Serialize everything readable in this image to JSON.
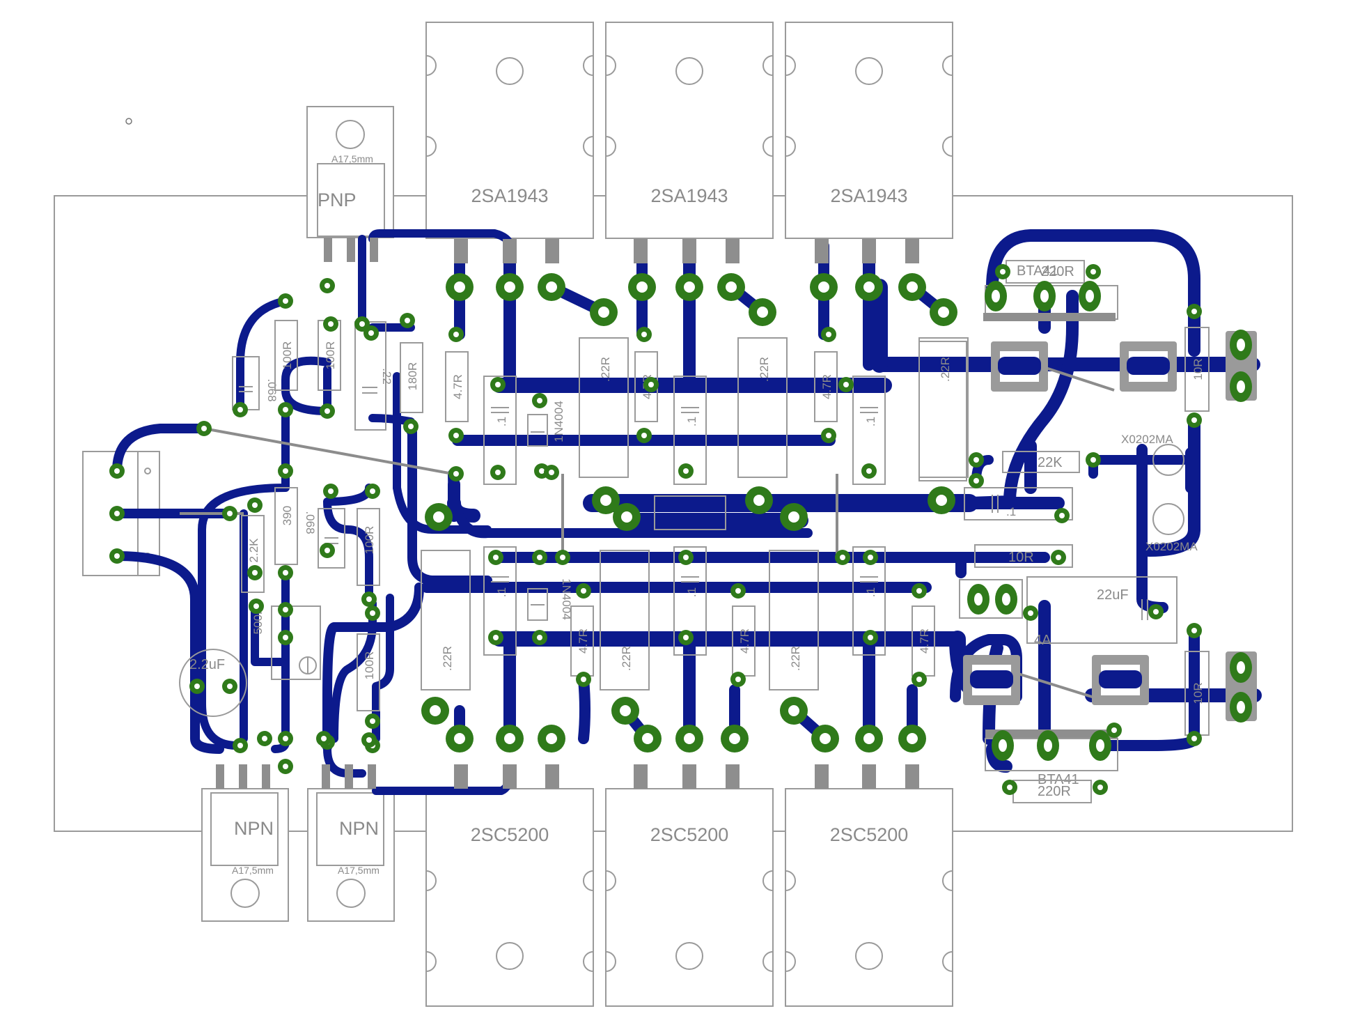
{
  "labels": {
    "pnp_transistor": "PNP",
    "npn_transistor": "NPN",
    "mounting": "A17,5mm",
    "power_pnp": "2SA1943",
    "power_npn": "2SC5200",
    "res_100r": "100R",
    "res_180r": "180R",
    "res_4_7r": "4.7R",
    "res_22r": ".22R",
    "res_10r": "10R",
    "res_220r": "220R",
    "res_22k": "22K",
    "res_2_2k": "2.2K",
    "res_390": "390",
    "trimmer_500r": "500R",
    "cap_068": ".068",
    "cap_22": ".22",
    "cap_1": ".1",
    "cap_22uf": "22uF",
    "cap_2_2uf": "2.2uF",
    "diode": "1N4004",
    "triac_bta41": "BTA41",
    "scr_x0202ma": "X0202MA",
    "fuse_4a": "4A"
  },
  "colors": {
    "trace": "#0c1a8c",
    "pad": "#2f7a1a",
    "silkscreen": "#9a9a9a"
  }
}
